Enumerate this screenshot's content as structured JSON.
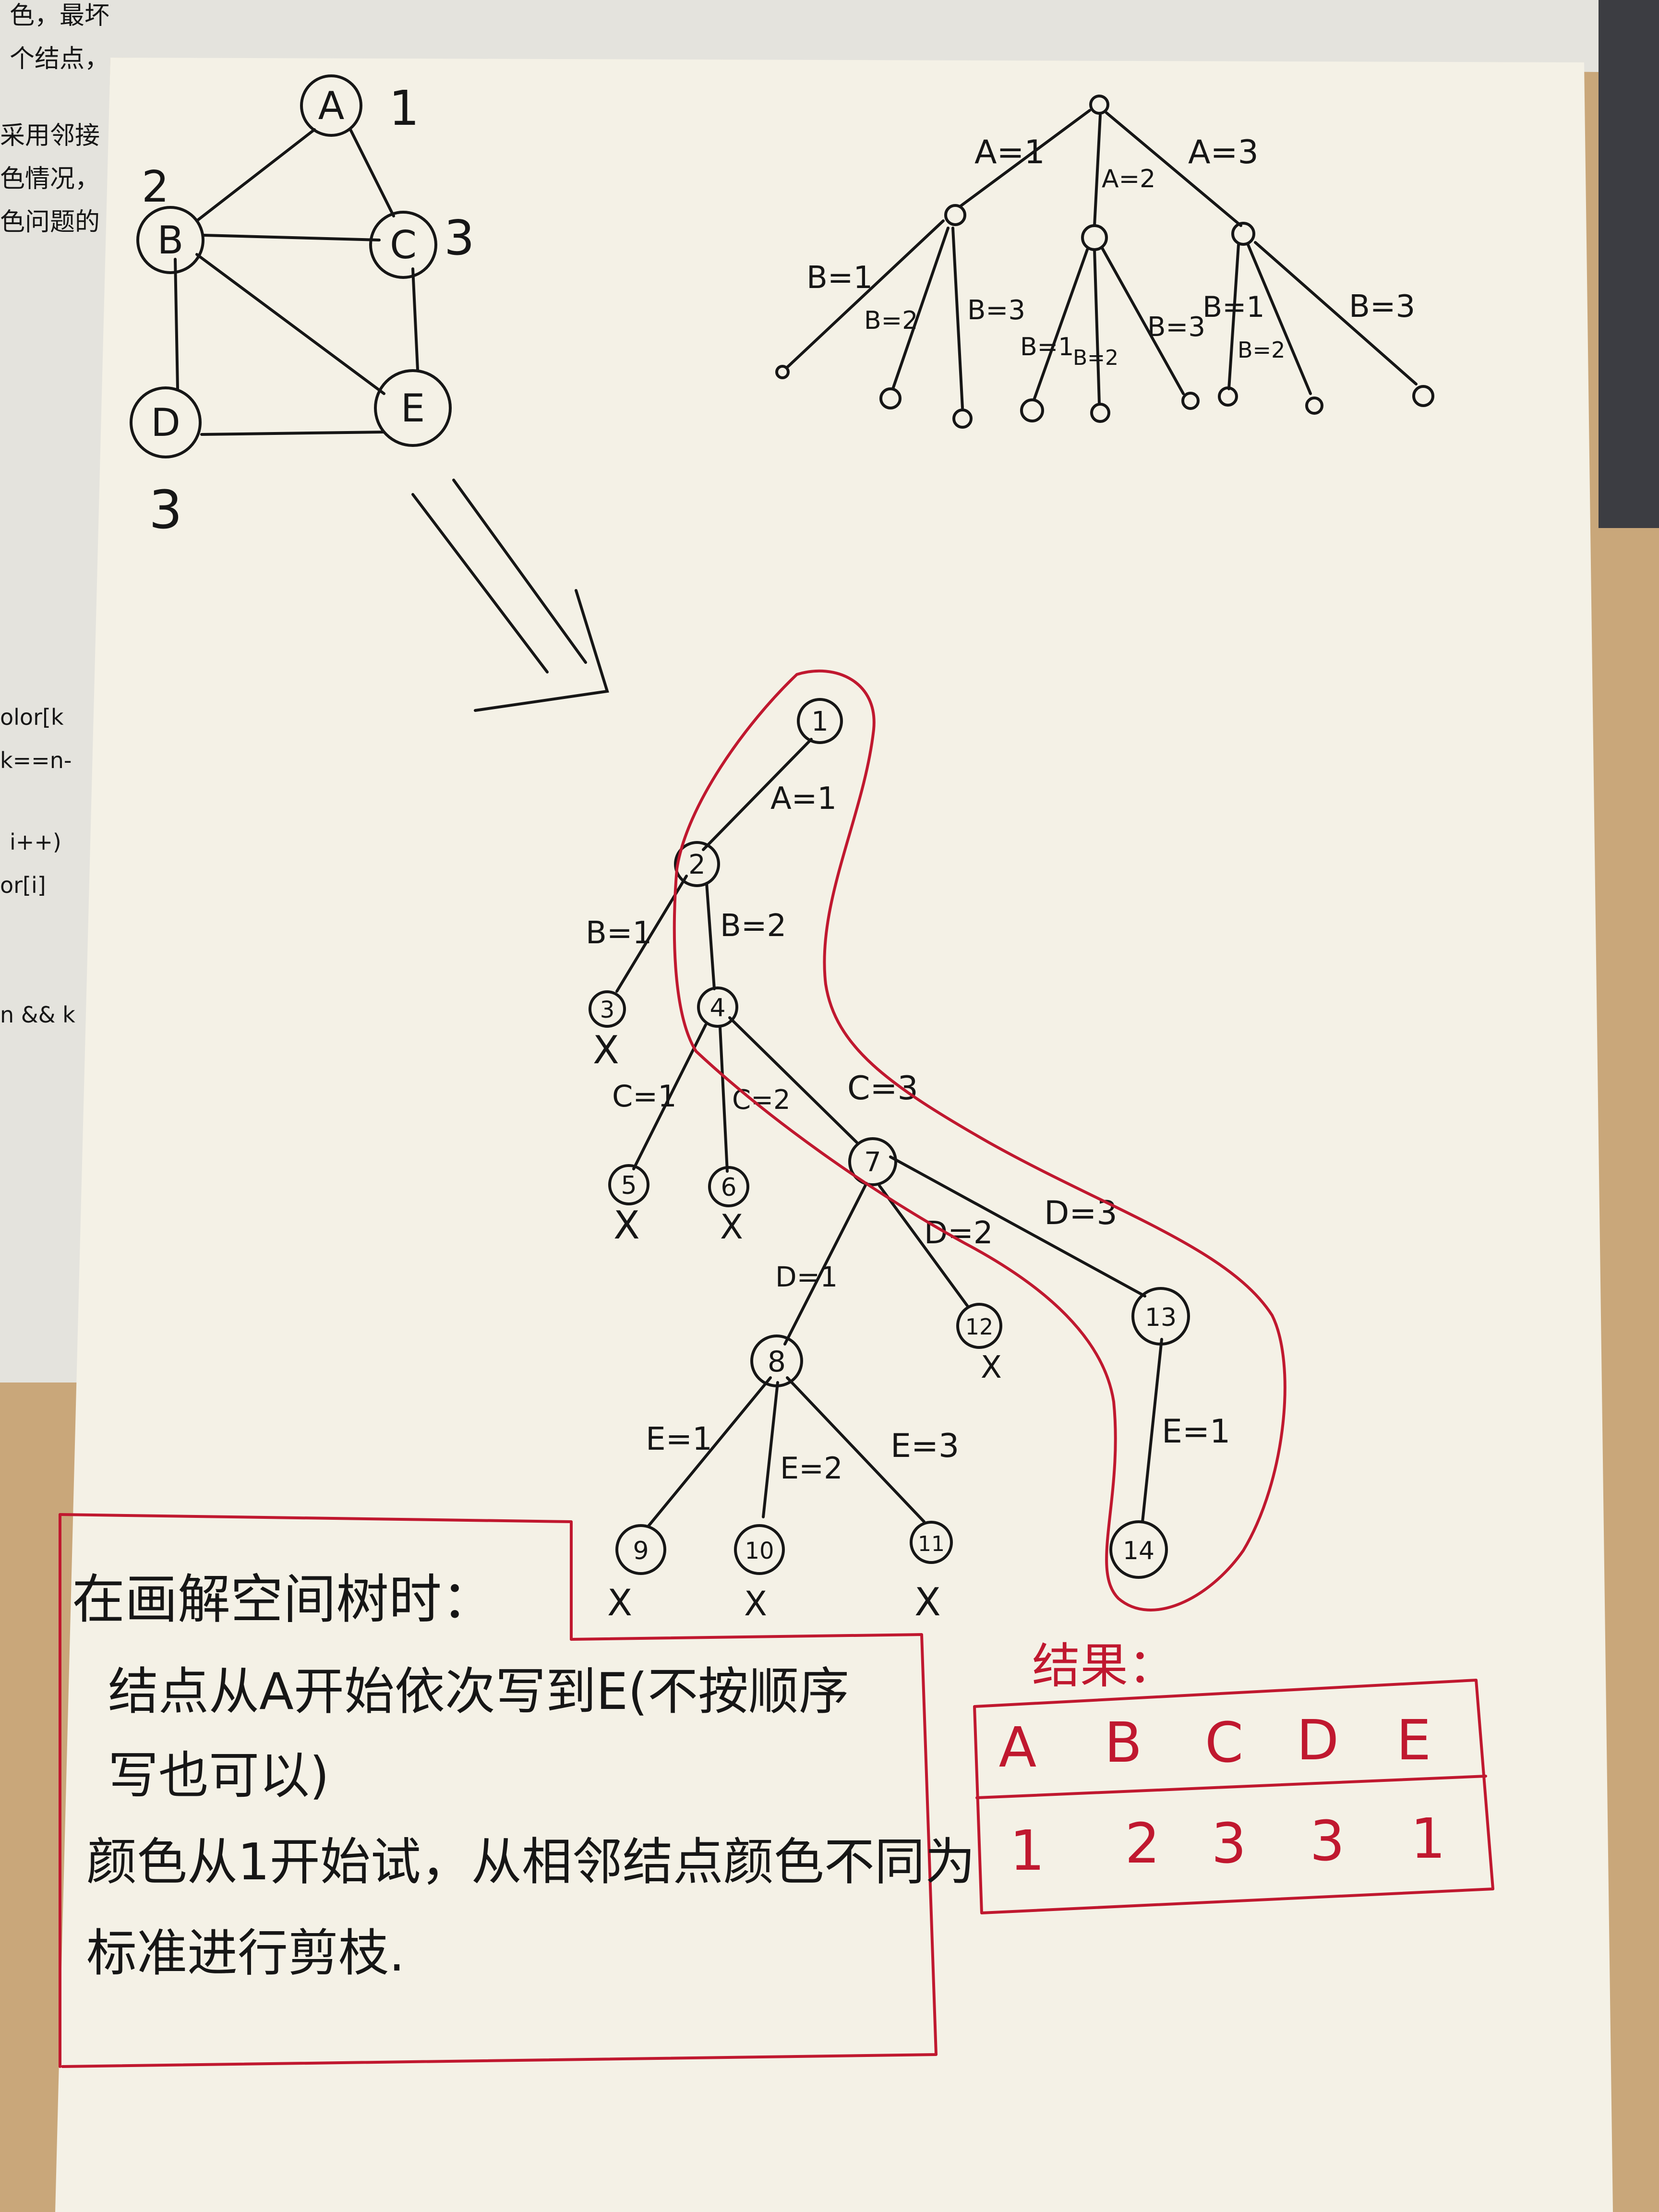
{
  "under_sheet": {
    "lines": [
      "色，最坏",
      "个结点，",
      "采用邻接",
      "色情况，",
      "色问题的"
    ],
    "code_lines": [
      "olor[k",
      "k==n-",
      "i++)",
      "or[i]",
      "n && k"
    ]
  },
  "graph": {
    "nodes": [
      {
        "label": "A",
        "color": "1"
      },
      {
        "label": "B",
        "color": "2"
      },
      {
        "label": "C",
        "color": "3"
      },
      {
        "label": "D",
        "color": "3"
      },
      {
        "label": "E",
        "color": ""
      }
    ]
  },
  "top_tree": {
    "level1_labels": [
      "A=1",
      "A=2",
      "A=3"
    ],
    "level2_labels": [
      "B=1",
      "B=2",
      "B=3",
      "B=1",
      "B=2",
      "B=3",
      "B=1",
      "B=2",
      "B=3"
    ]
  },
  "solution_tree": {
    "nodes": [
      "1",
      "2",
      "3",
      "4",
      "5",
      "6",
      "7",
      "8",
      "9",
      "10",
      "11",
      "12",
      "13",
      "14"
    ],
    "edges": [
      "A=1",
      "B=1",
      "B=2",
      "C=1",
      "C=2",
      "C=3",
      "D=1",
      "D=2",
      "D=3",
      "E=1",
      "E=2",
      "E=3",
      "E=1"
    ],
    "pruned_mark": "X"
  },
  "note": {
    "title": "在画解空间树时：",
    "lines": [
      "结点从A开始依次写到E(不按顺序",
      "写也可以)",
      "颜色从1开始试，从相邻结点颜色不同为",
      "标准进行剪枝."
    ]
  },
  "result": {
    "title": "结果：",
    "headers": [
      "A",
      "B",
      "C",
      "D",
      "E"
    ],
    "values": [
      "1",
      "2",
      "3",
      "3",
      "1"
    ]
  },
  "colors": {
    "paper": "#f4f1e6",
    "ink": "#161616",
    "red_pen": "#c0182f",
    "desk": "#c9a77a"
  }
}
